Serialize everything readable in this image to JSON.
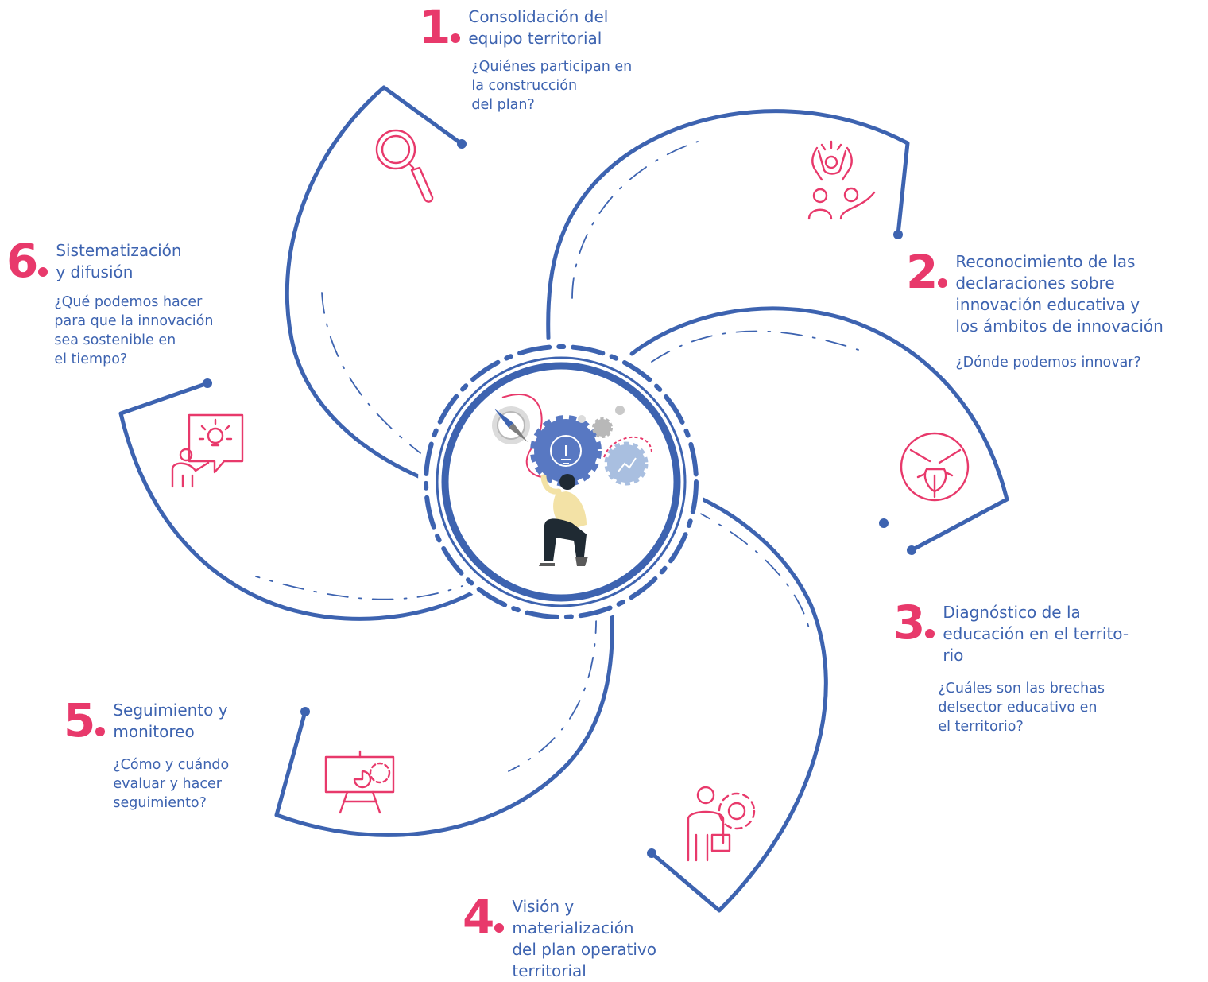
{
  "colors": {
    "blue": "#3d63b0",
    "pink": "#e8396b",
    "gear_light": "#a9bfe0",
    "gray": "#b8b8b8",
    "shirt": "#f3e2a6",
    "dark": "#1f2a33"
  },
  "steps": [
    {
      "number": "1",
      "title": "Consolidación del\nequipo territorial",
      "question": "¿Quiénes participan en\nla construcción\ndel plan?",
      "icon": "magnifier-icon"
    },
    {
      "number": "2",
      "title": "Reconocimiento de las\ndeclaraciones sobre\ninnovación educativa y\nlos ámbitos de innovación",
      "question": "¿Dónde podemos innovar?",
      "icon": "celebrating-people-icon"
    },
    {
      "number": "3",
      "title": "Diagnóstico de la\neducación en el territo-\nrio",
      "question": "¿Cuáles son las brechas\ndelsector educativo en\nel territorio?",
      "icon": "joined-hands-icon"
    },
    {
      "number": "4",
      "title": "Visión y\nmaterialización\ndel plan operativo\nterritorial",
      "question": "",
      "icon": "person-gear-icon"
    },
    {
      "number": "5",
      "title": "Seguimiento y\nmonitoreo",
      "question": "¿Cómo y cuándo\nevaluar y hacer\nseguimiento?",
      "icon": "presentation-board-icon"
    },
    {
      "number": "6",
      "title": "Sistematización\ny difusión",
      "question": "¿Qué podemos hacer\npara que la innovación\nsea sostenible en\nel tiempo?",
      "icon": "idea-presenter-icon"
    }
  ],
  "center": {
    "icon": "person-with-gears-illustration"
  }
}
